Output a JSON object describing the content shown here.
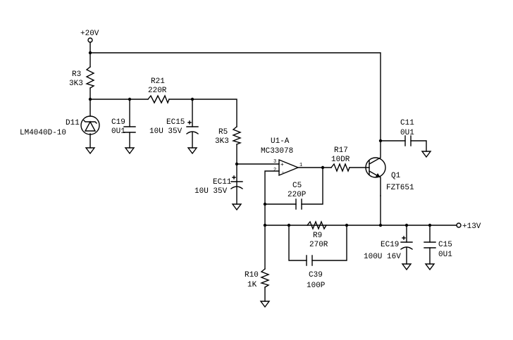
{
  "nets": {
    "vin": "+20V",
    "vout": "+13V"
  },
  "parts": {
    "R3": {
      "ref": "R3",
      "value": "3K3"
    },
    "R21": {
      "ref": "R21",
      "value": "220R"
    },
    "D11": {
      "ref": "D11",
      "value": "LM4040D-10"
    },
    "C19": {
      "ref": "C19",
      "value": "0U1"
    },
    "EC15": {
      "ref": "EC15",
      "value": "10U  35V"
    },
    "R5": {
      "ref": "R5",
      "value": "3K3"
    },
    "EC11": {
      "ref": "EC11",
      "value": "10U  35V"
    },
    "U1": {
      "ref": "U1-A",
      "value": "MC33078",
      "pin_plus": "3",
      "pin_minus": "2",
      "pin_out": "1"
    },
    "C5": {
      "ref": "C5",
      "value": "220P"
    },
    "R17": {
      "ref": "R17",
      "value": "10DR"
    },
    "Q1": {
      "ref": "Q1",
      "value": "FZT651"
    },
    "C11": {
      "ref": "C11",
      "value": "0U1"
    },
    "R9": {
      "ref": "R9",
      "value": "270R"
    },
    "C39": {
      "ref": "C39",
      "value": "100P"
    },
    "R10": {
      "ref": "R10",
      "value": "1K"
    },
    "EC19": {
      "ref": "EC19",
      "value": "100U  16V"
    },
    "C15": {
      "ref": "C15",
      "value": "0U1"
    }
  }
}
